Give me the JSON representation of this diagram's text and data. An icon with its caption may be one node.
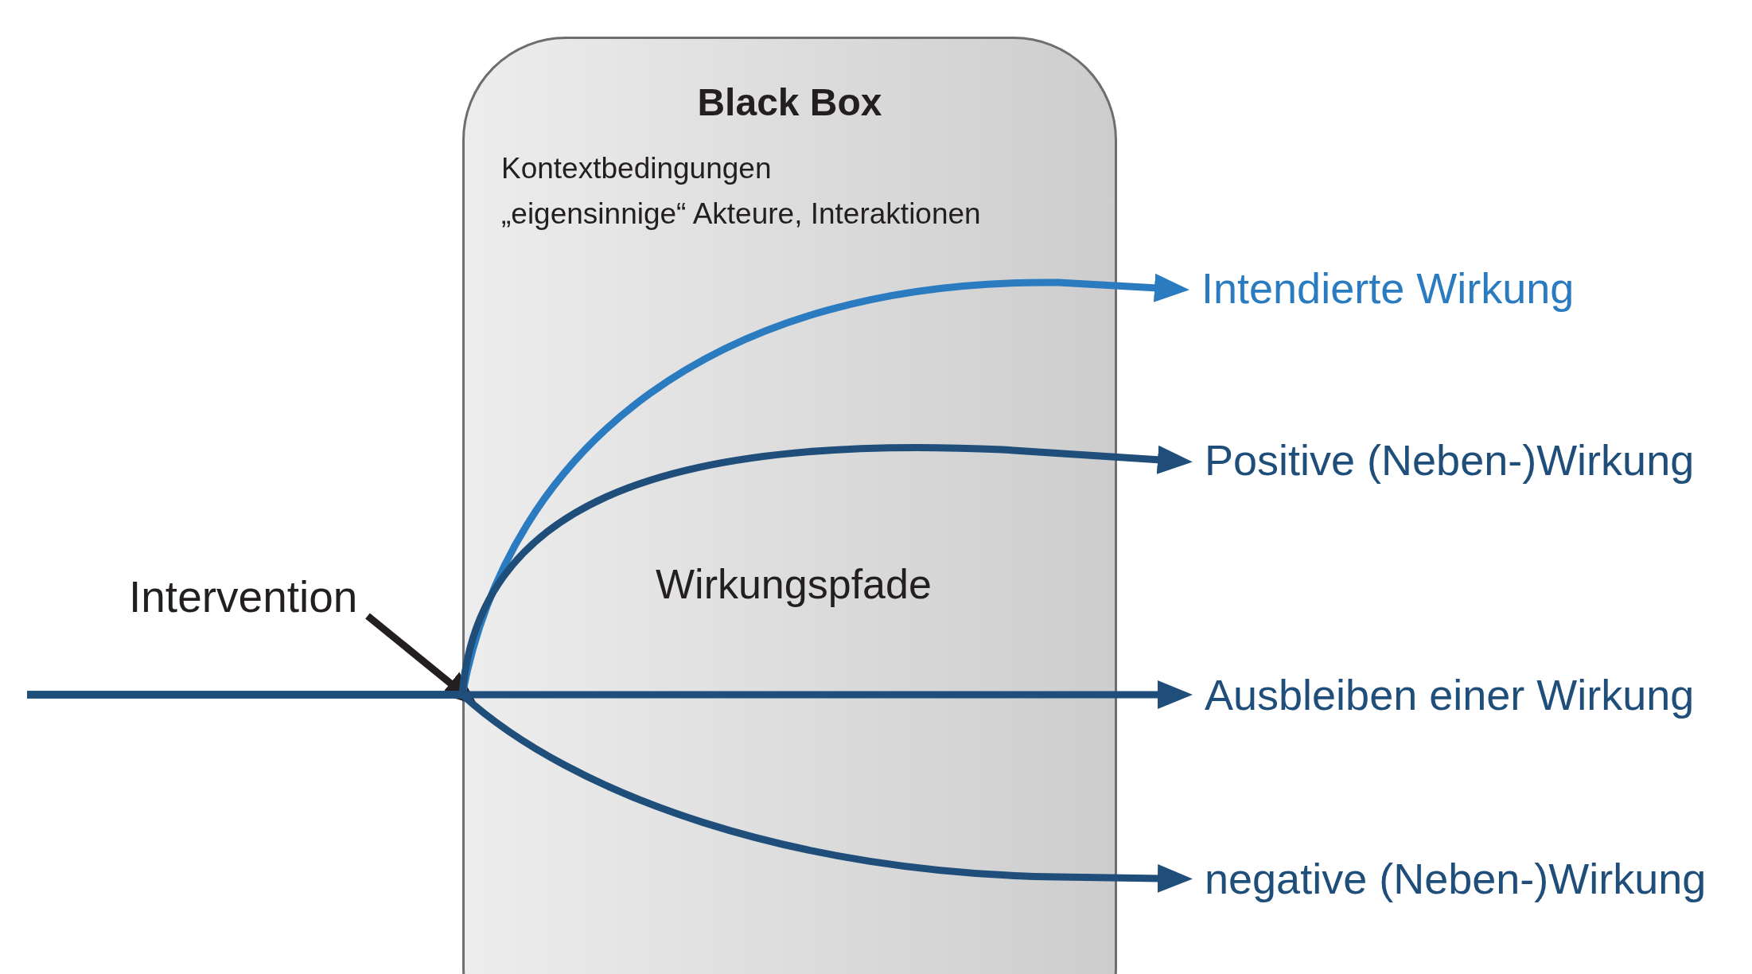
{
  "diagram": {
    "nodes": [
      {
        "text": [
          "Black Box",
          "Kontextbedingungen",
          "„eigensinnige“ Akteure, Interaktionen",
          "Wirkungspfade"
        ]
      },
      {
        "text": [
          "Intervention"
        ]
      },
      {
        "text": [
          "Intendierte Wirkung"
        ]
      },
      {
        "text": [
          "Positive (Neben-)Wirkung"
        ]
      },
      {
        "text": [
          "Ausbleiben einer Wirkung"
        ]
      },
      {
        "text": [
          "negative (Neben-)Wirkung"
        ]
      }
    ],
    "edges": [
      {
        "from": 1,
        "to": 0,
        "arrow": "to",
        "color": "#231f20"
      },
      {
        "from": null,
        "to": 2,
        "arrow": "to",
        "color": "#2a7bc0"
      },
      {
        "from": null,
        "to": 3,
        "arrow": "to"
      },
      {
        "from": null,
        "to": 4,
        "arrow": "to"
      },
      {
        "from": null,
        "to": 5,
        "arrow": "to"
      }
    ]
  }
}
